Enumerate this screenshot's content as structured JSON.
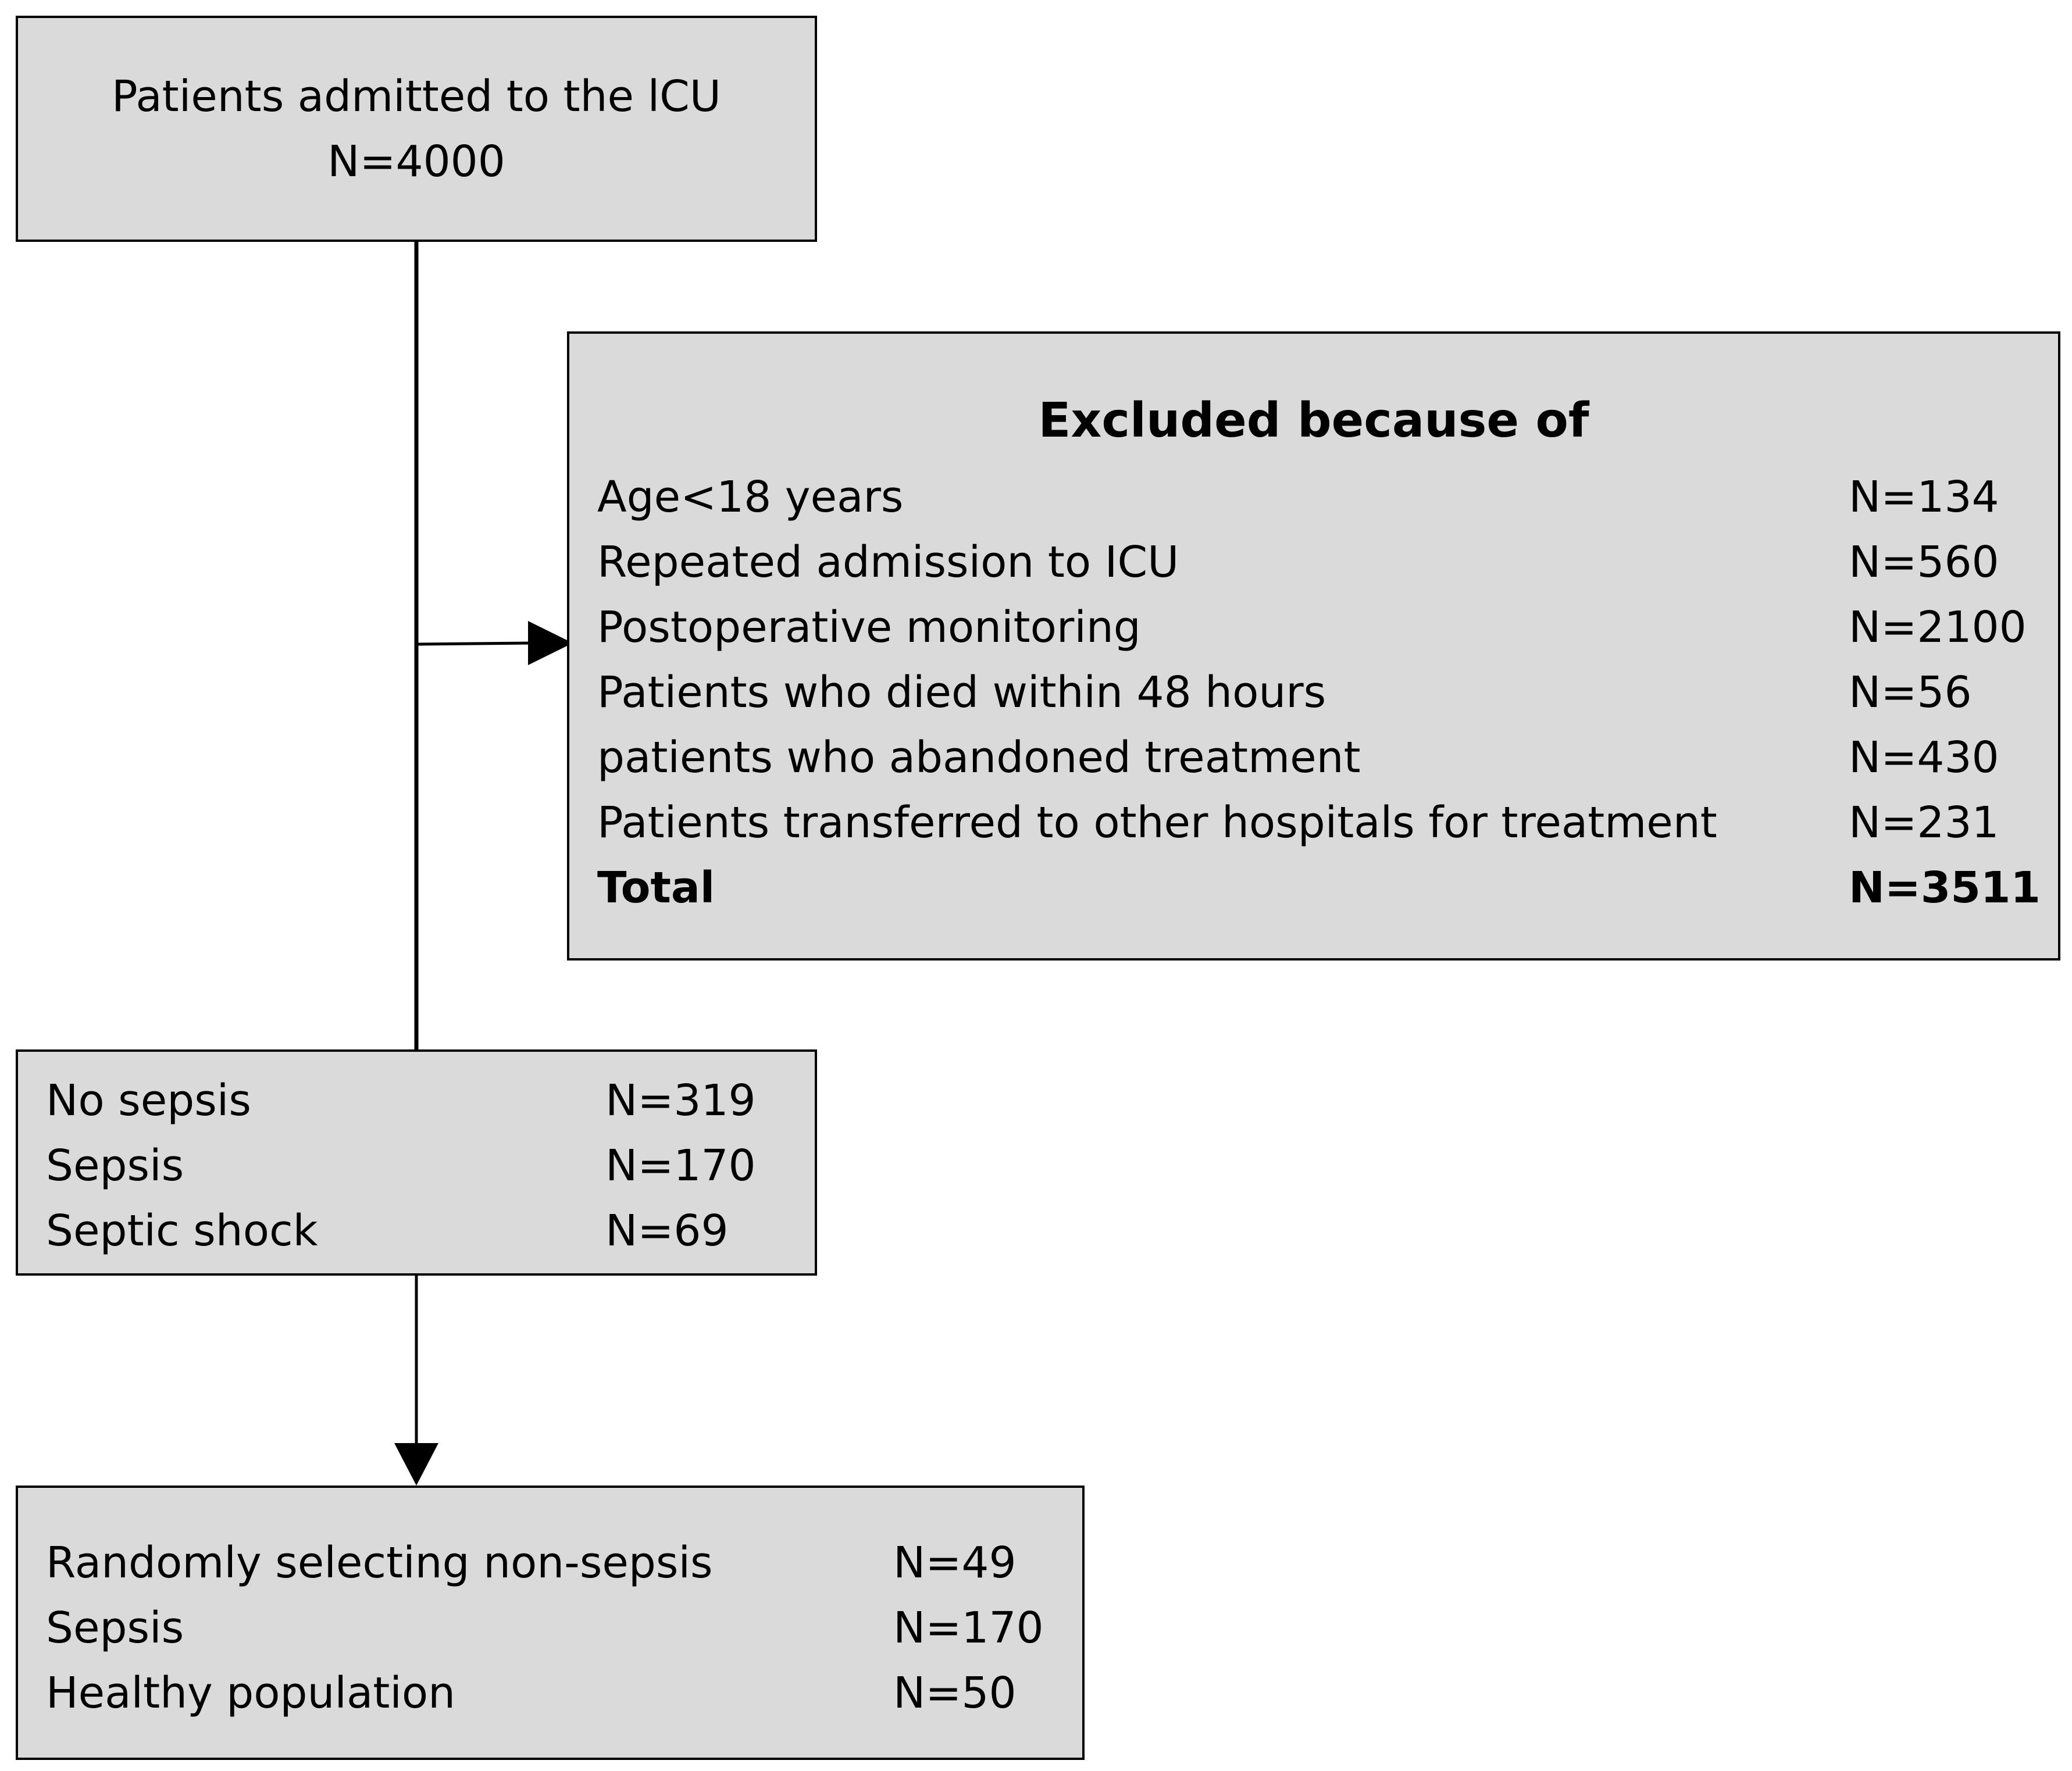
{
  "admitted": {
    "line1": "Patients admitted to the lCU",
    "line2": "N=4000"
  },
  "excluded": {
    "title": "Excluded because of",
    "items": [
      {
        "label": "Age<18 years",
        "value": "N=134"
      },
      {
        "label": "Repeated admission to ICU",
        "value": "N=560"
      },
      {
        "label": "Postoperative monitoring",
        "value": "N=2100"
      },
      {
        "label": "Patients who died within 48 hours",
        "value": "N=56"
      },
      {
        "label": "patients who abandoned treatment",
        "value": "N=430"
      },
      {
        "label": "Patients transferred to other hospitals for treatment",
        "value": "N=231"
      }
    ],
    "total": {
      "label": "Total",
      "value": "N=3511"
    }
  },
  "groups": {
    "items": [
      {
        "label": "No sepsis",
        "value": "N=319"
      },
      {
        "label": "Sepsis",
        "value": "N=170"
      },
      {
        "label": "Septic shock",
        "value": "N=69"
      }
    ]
  },
  "final": {
    "items": [
      {
        "label": "Randomly selecting non-sepsis",
        "value": "N=49"
      },
      {
        "label": "Sepsis",
        "value": "N=170"
      },
      {
        "label": "Healthy population",
        "value": "N=50"
      }
    ]
  },
  "colors": {
    "box_fill": "#dadada",
    "stroke": "#000000"
  }
}
